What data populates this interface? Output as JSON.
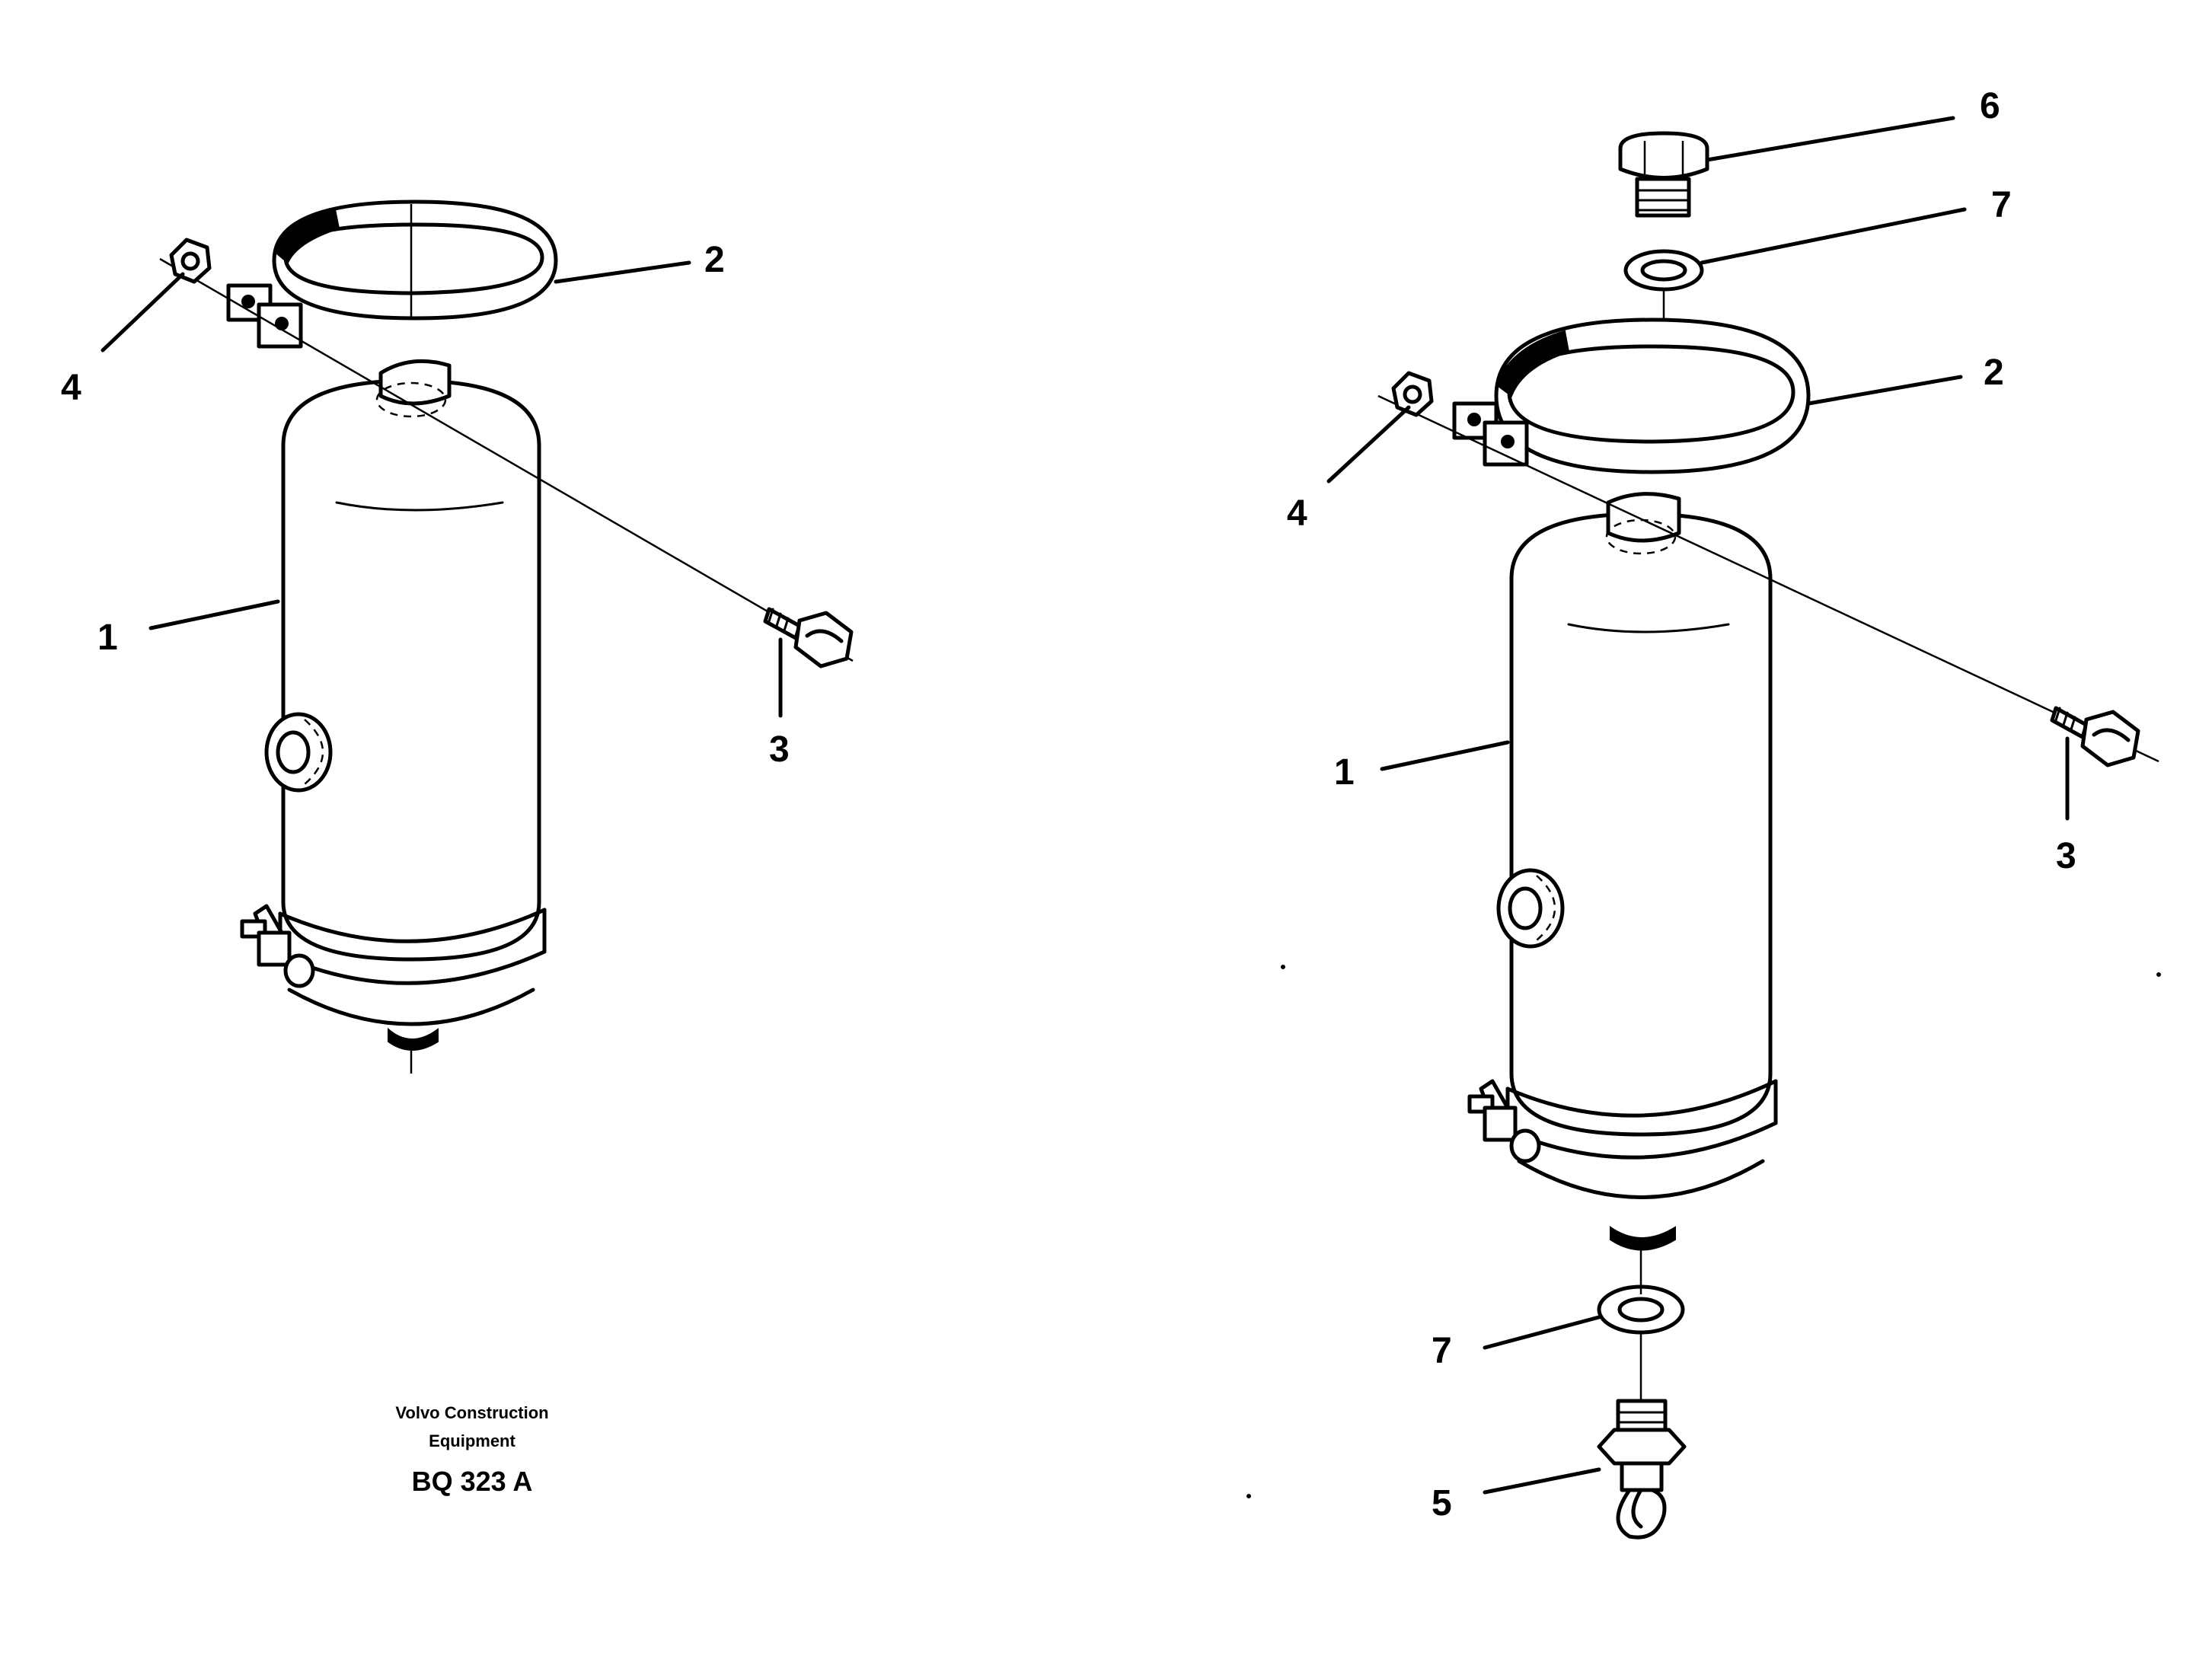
{
  "drawing": {
    "credit_line1": "Volvo Construction",
    "credit_line2": "Equipment",
    "code": "BQ 323 A"
  },
  "left_view": {
    "callouts": [
      "1",
      "2",
      "3",
      "4"
    ]
  },
  "right_view": {
    "callouts": [
      "1",
      "2",
      "3",
      "4",
      "5",
      "6",
      "7",
      "7"
    ]
  }
}
